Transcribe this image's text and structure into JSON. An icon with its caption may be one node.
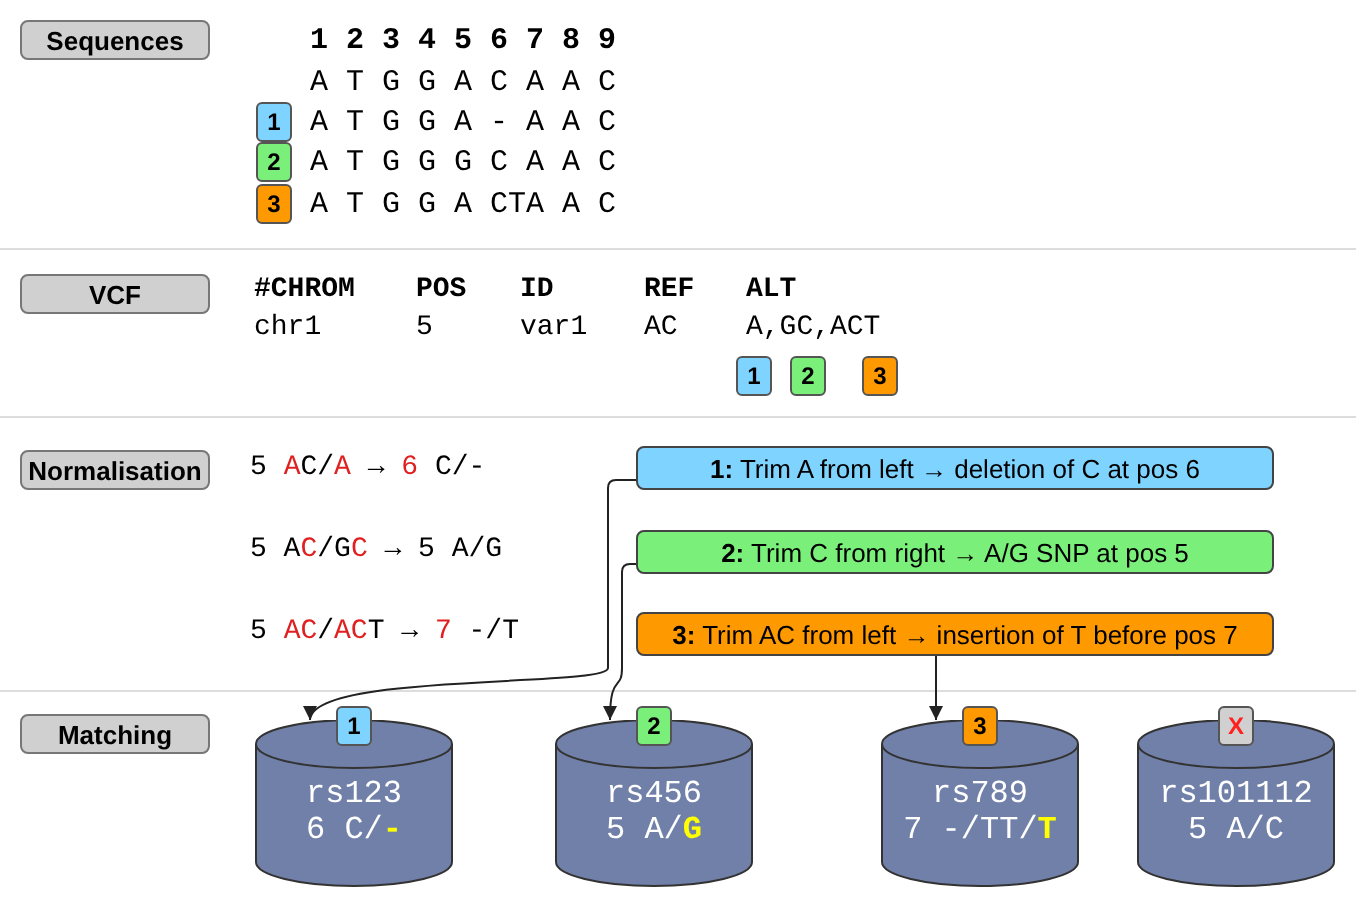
{
  "diagram": {
    "nodes": [
      {
        "text": [
          "Sequences"
        ]
      },
      {
        "text": [
          "1"
        ]
      },
      {
        "text": [
          "2"
        ]
      },
      {
        "text": [
          "3"
        ]
      },
      {
        "text": [
          "VCF"
        ]
      },
      {
        "text": [
          "1"
        ]
      },
      {
        "text": [
          "2"
        ]
      },
      {
        "text": [
          "3"
        ]
      },
      {
        "text": [
          "Normalisation"
        ]
      },
      {
        "text": [
          "**1:** Trim A from left → deletion of C at pos 6"
        ]
      },
      {
        "text": [
          "**2:** Trim C from right → A/G SNP at pos 5"
        ]
      },
      {
        "text": [
          "**3:** Trim AC from left → insertion of T before pos 7"
        ]
      },
      {
        "text": [
          "Matching"
        ]
      },
      {
        "text": [
          "1"
        ]
      },
      {
        "text": [
          "rs123",
          "6 C/**-**"
        ]
      },
      {
        "text": [
          "2"
        ]
      },
      {
        "text": [
          "rs456",
          "5 A/**G**"
        ]
      },
      {
        "text": [
          "3"
        ]
      },
      {
        "text": [
          "rs789",
          "7 -/TT/**T**"
        ]
      },
      {
        "text": [
          "X"
        ]
      },
      {
        "text": [
          "rs101112",
          "5 A/C"
        ]
      }
    ],
    "edges": [
      {
        "from": 9,
        "to": 14,
        "arrow": "to"
      },
      {
        "from": 10,
        "to": 16,
        "arrow": "to"
      },
      {
        "from": 11,
        "to": 18,
        "arrow": "to"
      }
    ],
    "labels": [
      "1 2 3 4 5 6 7 8 9",
      "A T G G A C A A C",
      "A T G G A - A A C",
      "A T G G G C A A C",
      "A T G G A CTA A C",
      "#CHROM",
      "POS",
      "ID",
      "REF",
      "ALT",
      "chr1",
      "5",
      "var1",
      "AC",
      "A,GC,ACT",
      "5 **A**C/**A** → **6** C/-",
      "5 A**C**/G**C** → 5 A/G",
      "5 **AC**/**AC**T → **7** -/T"
    ]
  }
}
